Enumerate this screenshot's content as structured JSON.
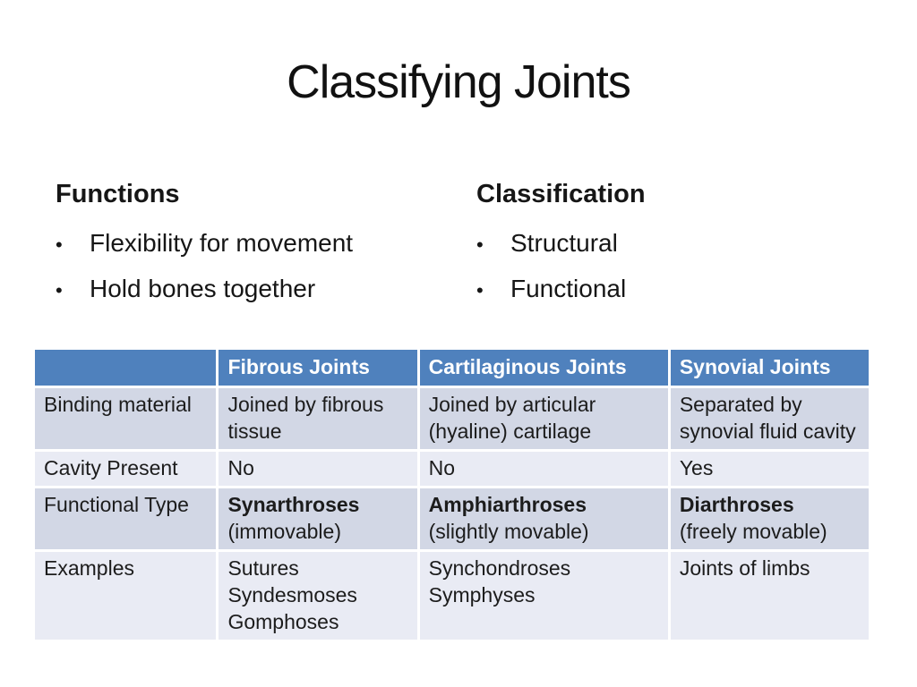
{
  "slide": {
    "title": "Classifying Joints",
    "bullet_glyph": "•",
    "left_panel": {
      "heading": "Functions",
      "bullets": [
        "Flexibility for movement",
        "Hold bones together"
      ]
    },
    "right_panel": {
      "heading": "Classification",
      "bullets": [
        "Structural",
        "Functional"
      ]
    }
  },
  "table": {
    "columns": [
      "",
      "Fibrous Joints",
      "Cartilaginous Joints",
      "Synovial Joints"
    ],
    "rows": [
      {
        "label": "Binding material",
        "cells": [
          {
            "lines": [
              {
                "t": "Joined by fibrous tissue",
                "b": false
              }
            ]
          },
          {
            "lines": [
              {
                "t": "Joined by articular (hyaline) cartilage",
                "b": false
              }
            ]
          },
          {
            "lines": [
              {
                "t": "Separated by synovial fluid cavity",
                "b": false
              }
            ]
          }
        ]
      },
      {
        "label": "Cavity Present",
        "cells": [
          {
            "lines": [
              {
                "t": "No",
                "b": false
              }
            ]
          },
          {
            "lines": [
              {
                "t": "No",
                "b": false
              }
            ]
          },
          {
            "lines": [
              {
                "t": "Yes",
                "b": false
              }
            ]
          }
        ]
      },
      {
        "label": "Functional Type",
        "cells": [
          {
            "lines": [
              {
                "t": "Synarthroses",
                "b": true
              },
              {
                "t": "(immovable)",
                "b": false
              }
            ]
          },
          {
            "lines": [
              {
                "t": "Amphiarthroses",
                "b": true
              },
              {
                "t": "(slightly movable)",
                "b": false
              }
            ]
          },
          {
            "lines": [
              {
                "t": "Diarthroses",
                "b": true
              },
              {
                "t": "(freely movable)",
                "b": false
              }
            ]
          }
        ]
      },
      {
        "label": "Examples",
        "cells": [
          {
            "lines": [
              {
                "t": "Sutures",
                "b": false
              },
              {
                "t": "Syndesmoses",
                "b": false
              },
              {
                "t": "Gomphoses",
                "b": false
              }
            ]
          },
          {
            "lines": [
              {
                "t": "Synchondroses",
                "b": false
              },
              {
                "t": "Symphyses",
                "b": false
              }
            ]
          },
          {
            "lines": [
              {
                "t": "Joints of limbs",
                "b": false
              }
            ]
          }
        ]
      }
    ],
    "colors": {
      "header_bg": "#4F81BD",
      "header_text": "#FFFFFF",
      "band_dark": "#D2D7E5",
      "band_light": "#E9EBF4",
      "body_text": "#1C1C1C",
      "grid": "#FFFFFF"
    }
  }
}
